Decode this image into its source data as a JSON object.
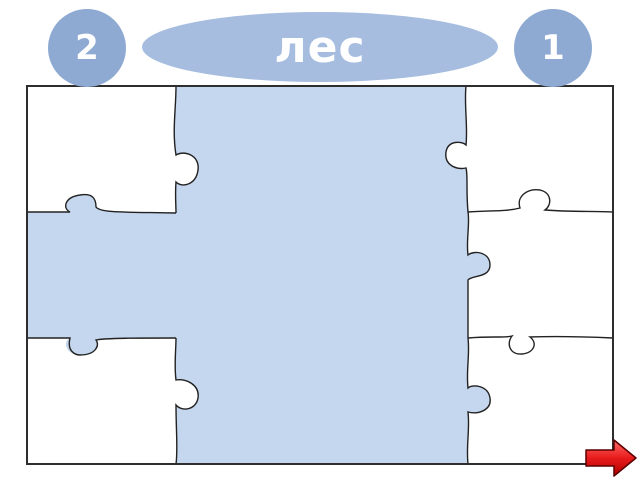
{
  "header": {
    "left_number": "2",
    "word": "лес",
    "right_number": "1"
  },
  "colors": {
    "accent": "#8eaad3",
    "pill": "#a6bde0",
    "revealed": "#c5d7ee",
    "piece_border": "#222222",
    "board_border": "#2e2e2e",
    "arrow": "#e81b1b"
  },
  "board": {
    "columns": 3,
    "rows": 3,
    "revealed_pieces": [
      "top-middle",
      "middle-left",
      "middle-middle",
      "bottom-middle"
    ],
    "covered_pieces": [
      "top-left",
      "top-right",
      "middle-right",
      "bottom-left",
      "bottom-right"
    ]
  },
  "icons": {
    "next": "right-arrow-icon"
  }
}
